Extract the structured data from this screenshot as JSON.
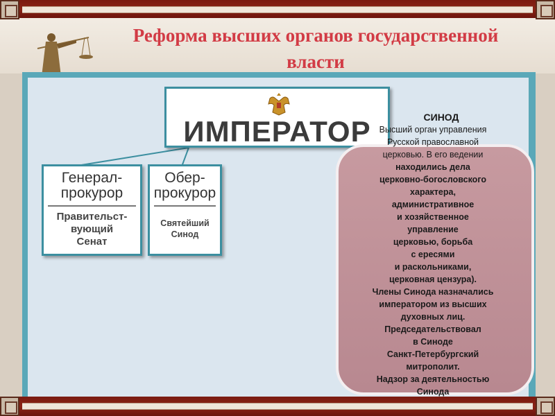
{
  "slide": {
    "title_line1": "Реформа высших органов государственной",
    "title_line2": "власти"
  },
  "diagram": {
    "emperor": "ИМПЕРАТОР",
    "general_prosecutor": {
      "title_line1": "Генерал-",
      "title_line2": "прокурор",
      "body_line1": "Правительст-",
      "body_line2": "вующий",
      "body_line3": "Сенат"
    },
    "chief_prosecutor": {
      "title_line1": "Обер-",
      "title_line2": "прокурор",
      "body_line1": "Святейший",
      "body_line2": "Синод"
    }
  },
  "synod_info": {
    "heading": "СИНОД",
    "lines": [
      "Высший орган управления",
      "Русской православной",
      "церковью. В его ведении",
      "находились дела",
      "церковно-богословского",
      "характера,",
      "административное",
      "и хозяйственное",
      "управление",
      "церковью, борьба",
      "с ересями",
      "и раскольниками,",
      "церковная цензура).",
      "Члены Синода назначались",
      "императором из высших",
      "духовных лиц.",
      "Председательствовал",
      "в Синоде",
      "Санкт-Петербургский",
      "митрополит.",
      "Надзор за деятельностью",
      "Синода"
    ]
  },
  "colors": {
    "frame": "#8a2416",
    "title": "#d23b45",
    "board": "#5aa8b8",
    "card": "#c79aa0"
  },
  "icons": [
    "themis-statue-image",
    "double-headed-eagle-icon"
  ]
}
